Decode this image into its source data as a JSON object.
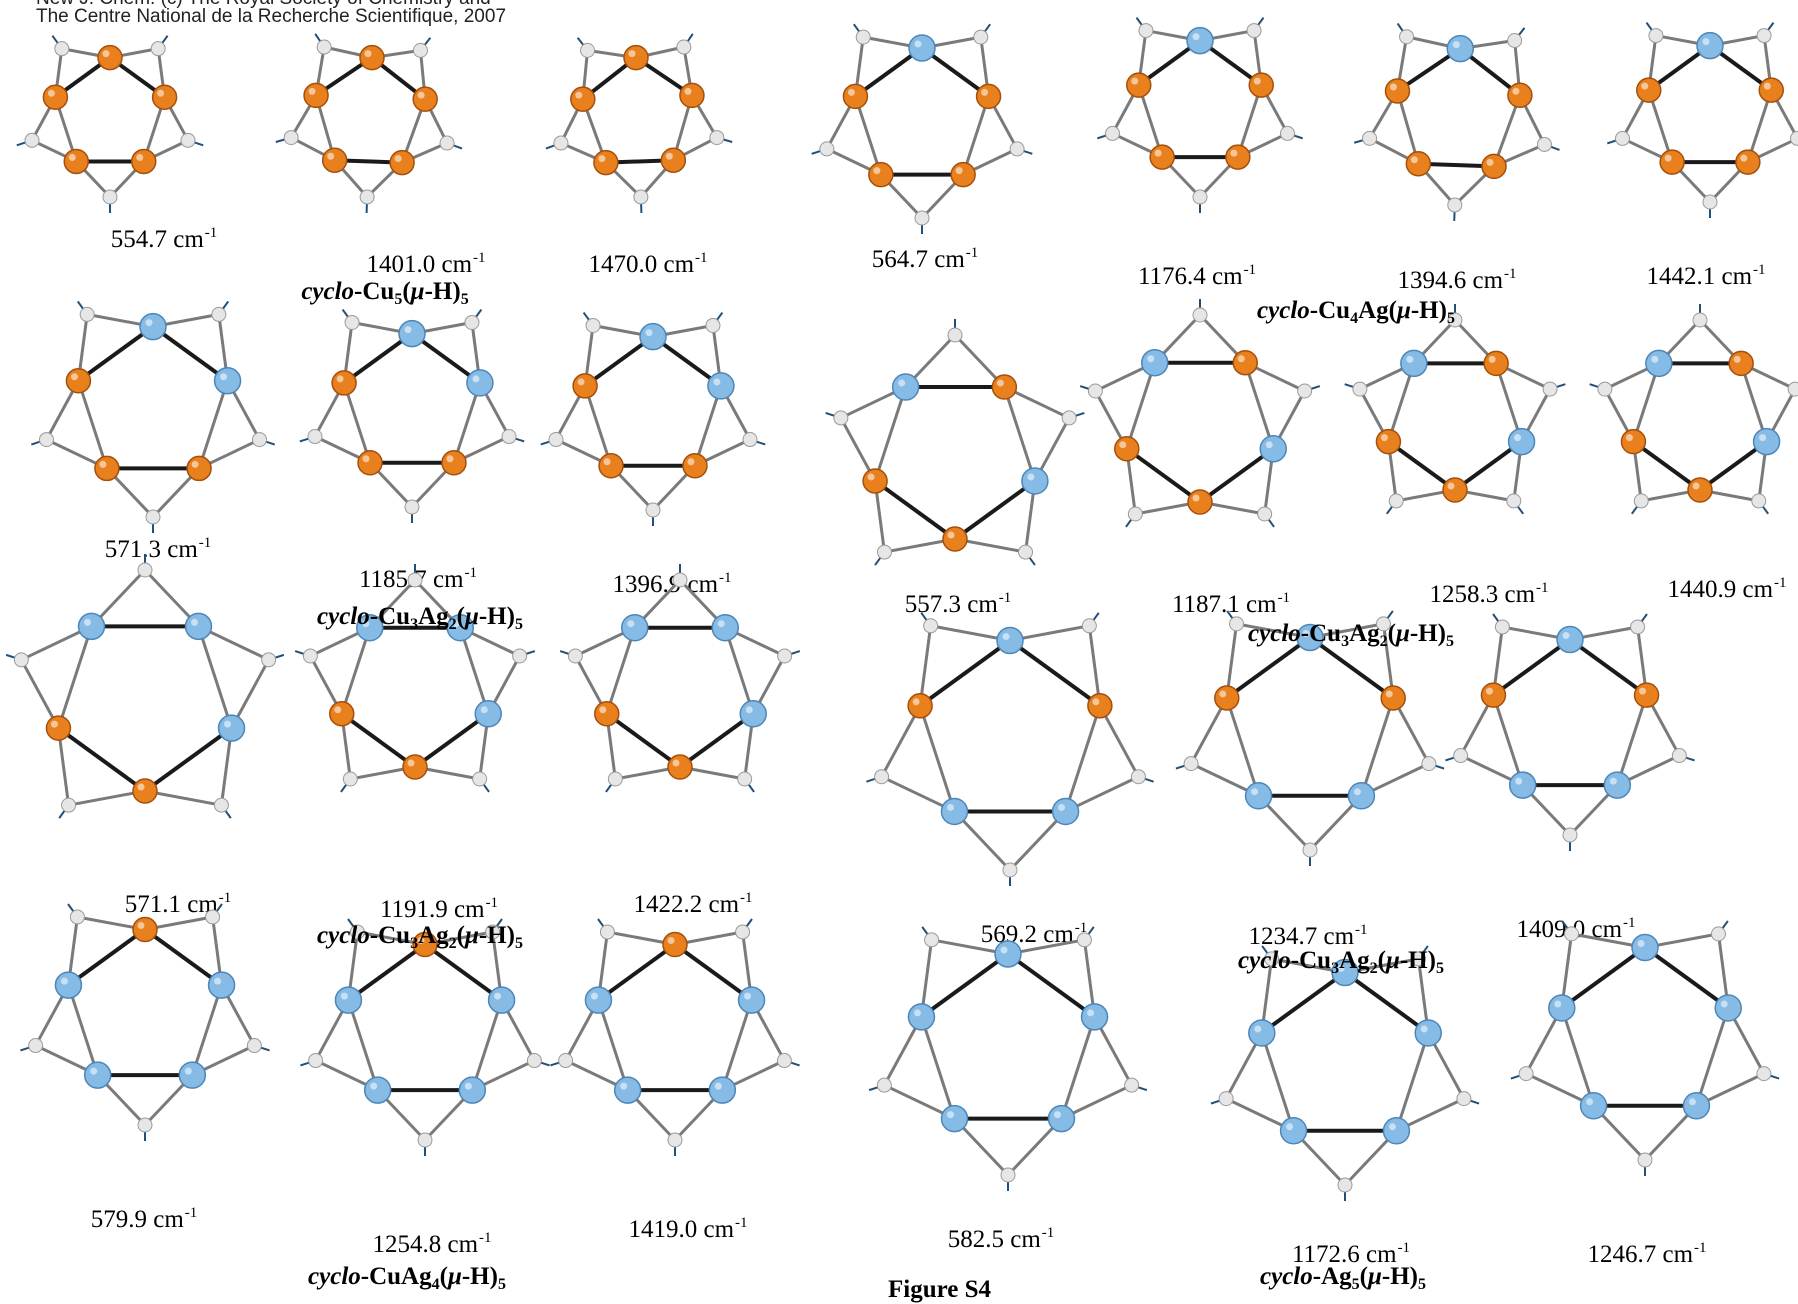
{
  "header": {
    "copyright_partial": "New J. Chem. (c) The Royal Society of Chemistry and",
    "copyright": "The Centre National de la Recherche Scientifique, 2007"
  },
  "figure_label": "Figure S4",
  "colors": {
    "copper": "#e8801e",
    "silver": "#86bbe6",
    "hydrogen": "#e6e6e6",
    "bond": "#7a7a7a",
    "metal_bond": "#1a1a1a",
    "vector": "#1f4f7a"
  },
  "panels": [
    {
      "frequency": "554.7",
      "unit": "cm",
      "exponent": "-1",
      "atoms": [
        "Cu",
        "Cu",
        "Cu",
        "Cu",
        "Cu"
      ]
    },
    {
      "frequency": "1401.0",
      "unit": "cm",
      "exponent": "-1",
      "atoms": [
        "Cu",
        "Cu",
        "Cu",
        "Cu",
        "Cu"
      ]
    },
    {
      "frequency": "1470.0",
      "unit": "cm",
      "exponent": "-1",
      "atoms": [
        "Cu",
        "Cu",
        "Cu",
        "Cu",
        "Cu"
      ]
    },
    {
      "frequency": "564.7",
      "unit": "cm",
      "exponent": "-1",
      "atoms": [
        "Ag",
        "Cu",
        "Cu",
        "Cu",
        "Cu"
      ]
    },
    {
      "frequency": "1176.4",
      "unit": "cm",
      "exponent": "-1",
      "atoms": [
        "Ag",
        "Cu",
        "Cu",
        "Cu",
        "Cu"
      ]
    },
    {
      "frequency": "1394.6",
      "unit": "cm",
      "exponent": "-1",
      "atoms": [
        "Ag",
        "Cu",
        "Cu",
        "Cu",
        "Cu"
      ]
    },
    {
      "frequency": "1442.1",
      "unit": "cm",
      "exponent": "-1",
      "atoms": [
        "Ag",
        "Cu",
        "Cu",
        "Cu",
        "Cu"
      ]
    },
    {
      "frequency": "571.3",
      "unit": "cm",
      "exponent": "-1",
      "atoms": [
        "Ag",
        "Ag",
        "Cu",
        "Cu",
        "Cu"
      ]
    },
    {
      "frequency": "1185.7",
      "unit": "cm",
      "exponent": "-1",
      "atoms": [
        "Ag",
        "Ag",
        "Cu",
        "Cu",
        "Cu"
      ]
    },
    {
      "frequency": "1396.9",
      "unit": "cm",
      "exponent": "-1",
      "atoms": [
        "Ag",
        "Ag",
        "Cu",
        "Cu",
        "Cu"
      ]
    },
    {
      "frequency": "557.3",
      "unit": "cm",
      "exponent": "-1",
      "atoms": [
        "Cu",
        "Cu",
        "Ag",
        "Cu",
        "Ag"
      ]
    },
    {
      "frequency": "1187.1",
      "unit": "cm",
      "exponent": "-1",
      "atoms": [
        "Cu",
        "Cu",
        "Ag",
        "Cu",
        "Ag"
      ]
    },
    {
      "frequency": "1258.3",
      "unit": "cm",
      "exponent": "-1",
      "atoms": [
        "Cu",
        "Cu",
        "Ag",
        "Cu",
        "Ag"
      ]
    },
    {
      "frequency": "1440.9",
      "unit": "cm",
      "exponent": "-1",
      "atoms": [
        "Cu",
        "Cu",
        "Ag",
        "Cu",
        "Ag"
      ]
    },
    {
      "frequency": "571.1",
      "unit": "cm",
      "exponent": "-1",
      "atoms": [
        "Cu",
        "Cu",
        "Ag",
        "Ag",
        "Ag"
      ]
    },
    {
      "frequency": "1191.9",
      "unit": "cm",
      "exponent": "-1",
      "atoms": [
        "Cu",
        "Cu",
        "Ag",
        "Ag",
        "Ag"
      ]
    },
    {
      "frequency": "1422.2",
      "unit": "cm",
      "exponent": "-1",
      "atoms": [
        "Cu",
        "Cu",
        "Ag",
        "Ag",
        "Ag"
      ]
    },
    {
      "frequency": "569.2",
      "unit": "cm",
      "exponent": "-1",
      "atoms": [
        "Ag",
        "Cu",
        "Ag",
        "Ag",
        "Cu"
      ]
    },
    {
      "frequency": "1234.7",
      "unit": "cm",
      "exponent": "-1",
      "atoms": [
        "Ag",
        "Cu",
        "Ag",
        "Ag",
        "Cu"
      ]
    },
    {
      "frequency": "1409.0",
      "unit": "cm",
      "exponent": "-1",
      "atoms": [
        "Ag",
        "Cu",
        "Ag",
        "Ag",
        "Cu"
      ]
    },
    {
      "frequency": "579.9",
      "unit": "cm",
      "exponent": "-1",
      "atoms": [
        "Cu",
        "Ag",
        "Ag",
        "Ag",
        "Ag"
      ]
    },
    {
      "frequency": "1254.8",
      "unit": "cm",
      "exponent": "-1",
      "atoms": [
        "Cu",
        "Ag",
        "Ag",
        "Ag",
        "Ag"
      ]
    },
    {
      "frequency": "1419.0",
      "unit": "cm",
      "exponent": "-1",
      "atoms": [
        "Cu",
        "Ag",
        "Ag",
        "Ag",
        "Ag"
      ]
    },
    {
      "frequency": "582.5",
      "unit": "cm",
      "exponent": "-1",
      "atoms": [
        "Ag",
        "Ag",
        "Ag",
        "Ag",
        "Ag"
      ]
    },
    {
      "frequency": "1172.6",
      "unit": "cm",
      "exponent": "-1",
      "atoms": [
        "Ag",
        "Ag",
        "Ag",
        "Ag",
        "Ag"
      ]
    },
    {
      "frequency": "1246.7",
      "unit": "cm",
      "exponent": "-1",
      "atoms": [
        "Ag",
        "Ag",
        "Ag",
        "Ag",
        "Ag"
      ]
    }
  ],
  "captions": [
    {
      "prefix": "cyclo",
      "formula": [
        [
          "-Cu",
          ""
        ],
        [
          "",
          "5"
        ],
        [
          "(",
          ""
        ],
        [
          "μ",
          "mu"
        ],
        [
          "-H)",
          ""
        ],
        [
          "",
          "5"
        ]
      ]
    },
    {
      "prefix": "cyclo",
      "formula": [
        [
          "-Cu",
          ""
        ],
        [
          "",
          "4"
        ],
        [
          "Ag(",
          ""
        ],
        [
          "μ",
          "mu"
        ],
        [
          "-H)",
          ""
        ],
        [
          "",
          "5"
        ]
      ]
    },
    {
      "prefix": "cyclo",
      "formula": [
        [
          "-Cu",
          ""
        ],
        [
          "",
          "3"
        ],
        [
          "Ag",
          ""
        ],
        [
          "",
          "2"
        ],
        [
          "(",
          ""
        ],
        [
          "μ",
          "mu"
        ],
        [
          "-H)",
          ""
        ],
        [
          "",
          "5"
        ]
      ]
    },
    {
      "prefix": "cyclo",
      "formula": [
        [
          "-Cu",
          ""
        ],
        [
          "",
          "3"
        ],
        [
          "Ag",
          ""
        ],
        [
          "",
          "2"
        ],
        [
          "(",
          ""
        ],
        [
          "μ",
          "mu"
        ],
        [
          "-H)",
          ""
        ],
        [
          "",
          "5"
        ]
      ]
    },
    {
      "prefix": "cyclo",
      "formula": [
        [
          "-Cu",
          ""
        ],
        [
          "",
          "3"
        ],
        [
          "Ag",
          ""
        ],
        [
          "",
          "2"
        ],
        [
          "(",
          ""
        ],
        [
          "μ",
          "mu"
        ],
        [
          "-H)",
          ""
        ],
        [
          "",
          "5"
        ]
      ]
    },
    {
      "prefix": "cyclo",
      "formula": [
        [
          "-Cu",
          ""
        ],
        [
          "",
          "3"
        ],
        [
          "Ag",
          ""
        ],
        [
          "",
          "2"
        ],
        [
          "(",
          ""
        ],
        [
          "μ",
          "mu"
        ],
        [
          "-H)",
          ""
        ],
        [
          "",
          "5"
        ]
      ]
    },
    {
      "prefix": "cyclo",
      "formula": [
        [
          "-CuAg",
          ""
        ],
        [
          "",
          "4"
        ],
        [
          "(",
          ""
        ],
        [
          "μ",
          "mu"
        ],
        [
          "-H)",
          ""
        ],
        [
          "",
          "5"
        ]
      ]
    },
    {
      "prefix": "cyclo",
      "formula": [
        [
          "-Ag",
          ""
        ],
        [
          "",
          "5"
        ],
        [
          "(",
          ""
        ],
        [
          "μ",
          "mu"
        ],
        [
          "-H)",
          ""
        ],
        [
          "",
          "5"
        ]
      ]
    }
  ]
}
